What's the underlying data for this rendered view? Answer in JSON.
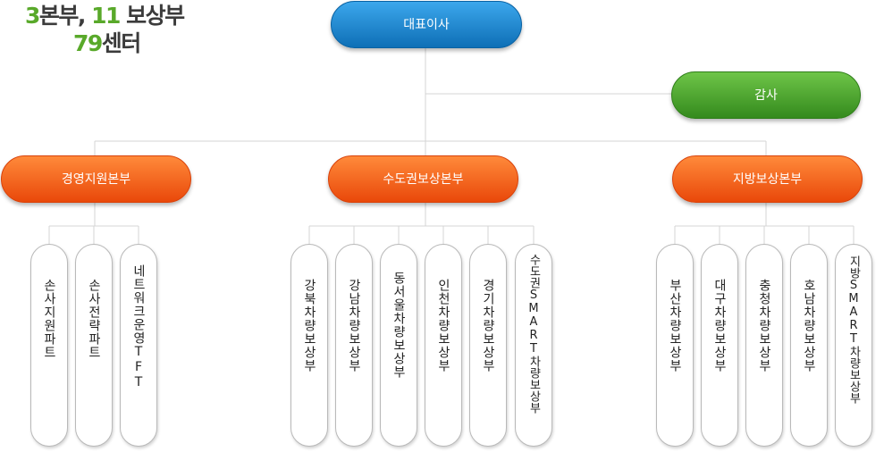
{
  "headline": {
    "line1_num_a": "3",
    "line1_text_a": "본부, ",
    "line1_num_b": "11",
    "line1_text_b": " 보상부",
    "line2_num": "79",
    "line2_text": "센터"
  },
  "nodes": {
    "ceo": "대표이사",
    "audit": "감사",
    "hq_management": "경영지원본부",
    "hq_capital": "수도권보상본부",
    "hq_regional": "지방보상본부"
  },
  "management_units": [
    "손사지원파트",
    "손사전략파트",
    "네트워크운영TFT"
  ],
  "capital_units": [
    "강북차량보상부",
    "강남차량보상부",
    "동서울차량보상부",
    "인천차량보상부",
    "경기차량보상부",
    "수도권SMART차량보상부"
  ],
  "regional_units": [
    "부산차량보상부",
    "대구차량보상부",
    "충청차량보상부",
    "호남차량보상부",
    "지방SMART차량보상부"
  ],
  "colors": {
    "ceo": "#1780c9",
    "audit": "#4ea732",
    "headquarters": "#f3631e",
    "highlight_number": "#59a92a",
    "connector": "#d4d4d4"
  }
}
